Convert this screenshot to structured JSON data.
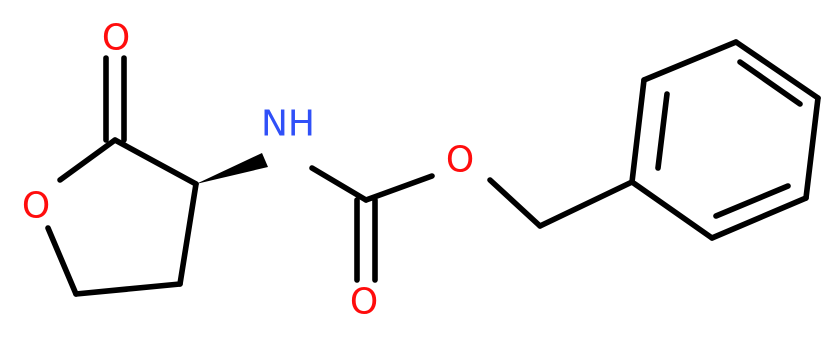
{
  "molecule": {
    "atoms": {
      "o_carbonyl_ring": {
        "symbol": "O",
        "color": "#ff0d0d"
      },
      "o_ring": {
        "symbol": "O",
        "color": "#ff0d0d"
      },
      "n_amide": {
        "symbol": "NH",
        "color": "#3050f8"
      },
      "o_ester": {
        "symbol": "O",
        "color": "#ff0d0d"
      },
      "o_carbonyl_carbamate": {
        "symbol": "O",
        "color": "#ff0d0d"
      }
    },
    "colors": {
      "bond": "#000000",
      "background": "#ffffff"
    }
  }
}
